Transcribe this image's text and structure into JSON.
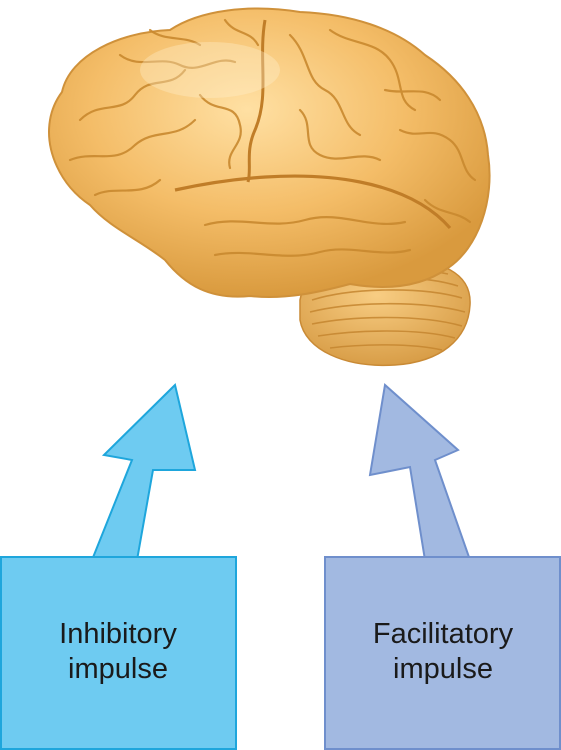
{
  "boxes": {
    "inhibitory": {
      "line1": "Inhibitory",
      "line2": "impulse",
      "fill": "#6ecbf1",
      "stroke": "#1ea6dc"
    },
    "facilitatory": {
      "line1": "Facilitatory",
      "line2": "impulse",
      "fill": "#a2b9e1",
      "stroke": "#6f8fcc"
    }
  },
  "brain": {
    "icon": "brain-illustration",
    "color": "#f2b75d"
  }
}
